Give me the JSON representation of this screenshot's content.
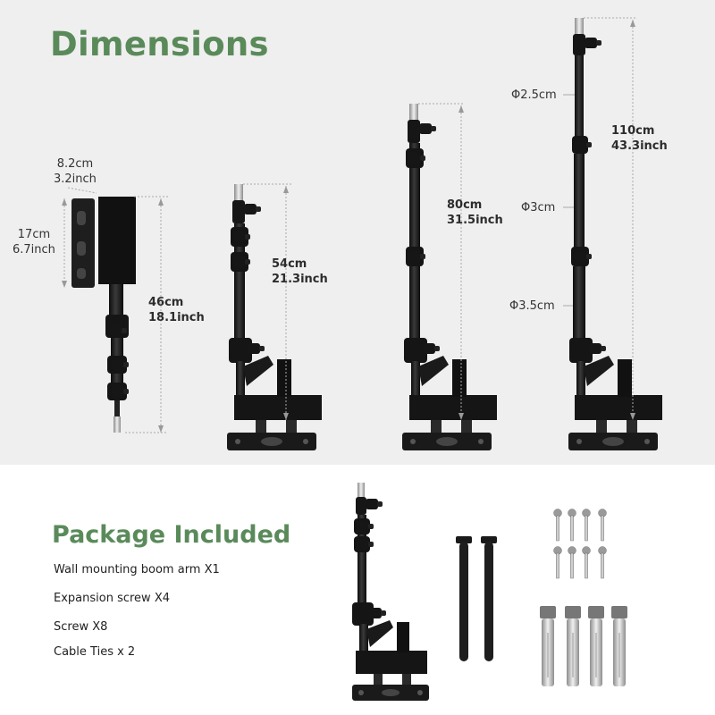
{
  "dimensions": {
    "title": "Dimensions",
    "folded_width": {
      "cm": "8.2cm",
      "inch": "3.2inch"
    },
    "plate_height": {
      "cm": "17cm",
      "inch": "6.7inch"
    },
    "heights": [
      {
        "cm": "46cm",
        "inch": "18.1inch"
      },
      {
        "cm": "54cm",
        "inch": "21.3inch"
      },
      {
        "cm": "80cm",
        "inch": "31.5inch"
      },
      {
        "cm": "110cm",
        "inch": "43.3inch"
      }
    ],
    "diameters": [
      "Φ2.5cm",
      "Φ3cm",
      "Φ3.5cm"
    ]
  },
  "package": {
    "title": "Package Included",
    "items": [
      "Wall mounting boom arm X1",
      "Expansion screw X4",
      "Screw X8",
      "Cable Ties x 2"
    ]
  },
  "colors": {
    "heading_green": "#5a8a5a",
    "top_background": "#efefef",
    "metal_black": "#1c1c1c",
    "dim_line": "#aaaaaa"
  }
}
